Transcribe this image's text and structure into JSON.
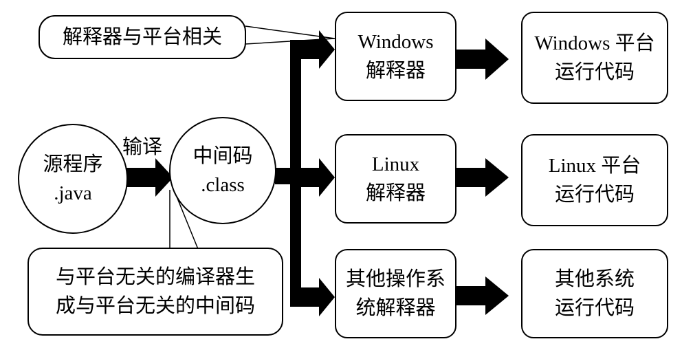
{
  "diagram": {
    "callout_top": "解释器与平台相关",
    "source": {
      "line1": "源程序",
      "line2": ".java"
    },
    "compile_label": "输译",
    "bytecode": {
      "line1": "中间码",
      "line2": ".class"
    },
    "callout_bottom": {
      "line1": "与平台无关的编译器生",
      "line2": "成与平台无关的中间码"
    },
    "interpreters": [
      {
        "line1": "Windows",
        "line2": "解释器"
      },
      {
        "line1": "Linux",
        "line2": "解释器"
      },
      {
        "line1": "其他操作系",
        "line2": "统解释器"
      }
    ],
    "outputs": [
      {
        "line1": "Windows 平台",
        "line2": "运行代码"
      },
      {
        "line1": "Linux 平台",
        "line2": "运行代码"
      },
      {
        "line1": "其他系统",
        "line2": "运行代码"
      }
    ]
  }
}
